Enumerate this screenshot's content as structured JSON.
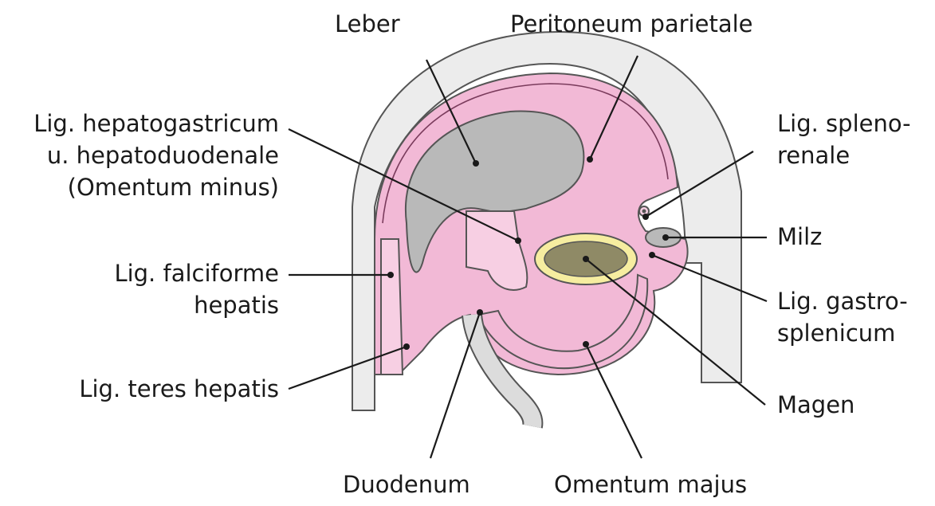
{
  "labels": {
    "leber": "Leber",
    "peritoneum_parietale": "Peritoneum parietale",
    "lig_hepatogastricum_1": "Lig. hepatogastricum",
    "lig_hepatogastricum_2": "u. hepatoduodenale",
    "lig_hepatogastricum_3": "(Omentum minus)",
    "lig_splenorenale_1": "Lig. spleno-",
    "lig_splenorenale_2": "renale",
    "milz": "Milz",
    "lig_falciforme_1": "Lig. falciforme",
    "lig_falciforme_2": "hepatis",
    "lig_gastrosplenicum_1": "Lig. gastro-",
    "lig_gastrosplenicum_2": "splenicum",
    "lig_teres": "Lig. teres hepatis",
    "magen": "Magen",
    "duodenum": "Duodenum",
    "omentum_majus": "Omentum majus"
  },
  "colors": {
    "peritoneum": "#f2b9d6",
    "liver": "#b9b9b9",
    "body_wall": "#ececec",
    "stomach_wall": "#f6eda0",
    "stomach_lumen": "#8f8a66"
  }
}
